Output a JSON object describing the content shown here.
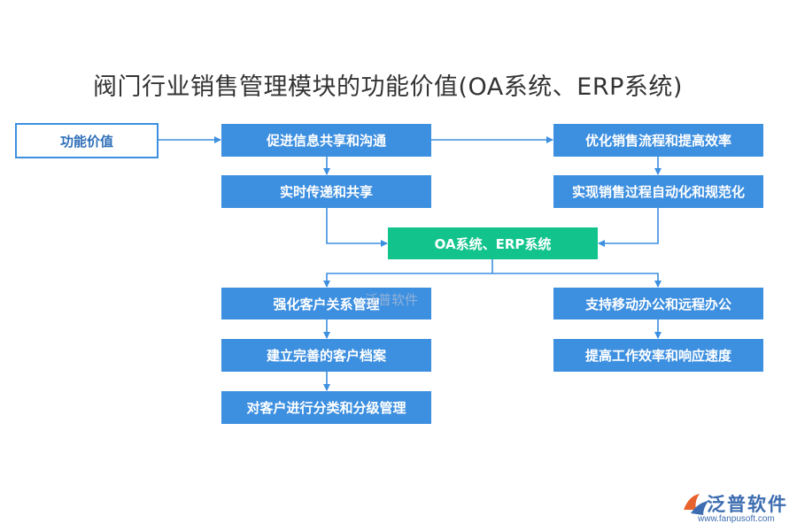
{
  "title": "阀门行业销售管理模块的功能价值(OA系统、ERP系统)",
  "nodes": {
    "value": "功能价值",
    "info_share": "促进信息共享和沟通",
    "realtime": "实时传递和共享",
    "optimize": "优化销售流程和提高效率",
    "automate": "实现销售过程自动化和规范化",
    "oa_erp": "OA系统、ERP系统",
    "crm": "强化客户关系管理",
    "archive": "建立完善的客户档案",
    "classify": "对客户进行分类和分级管理",
    "mobile": "支持移动办公和远程办公",
    "efficiency": "提高工作效率和响应速度"
  },
  "watermark": {
    "center": "泛普软件"
  },
  "logo": {
    "name": "泛普软件",
    "url": "www.fanpusoft.com"
  },
  "colors": {
    "box": "#3d8fe0",
    "center": "#12c48b",
    "line": "#3d8fe0"
  }
}
